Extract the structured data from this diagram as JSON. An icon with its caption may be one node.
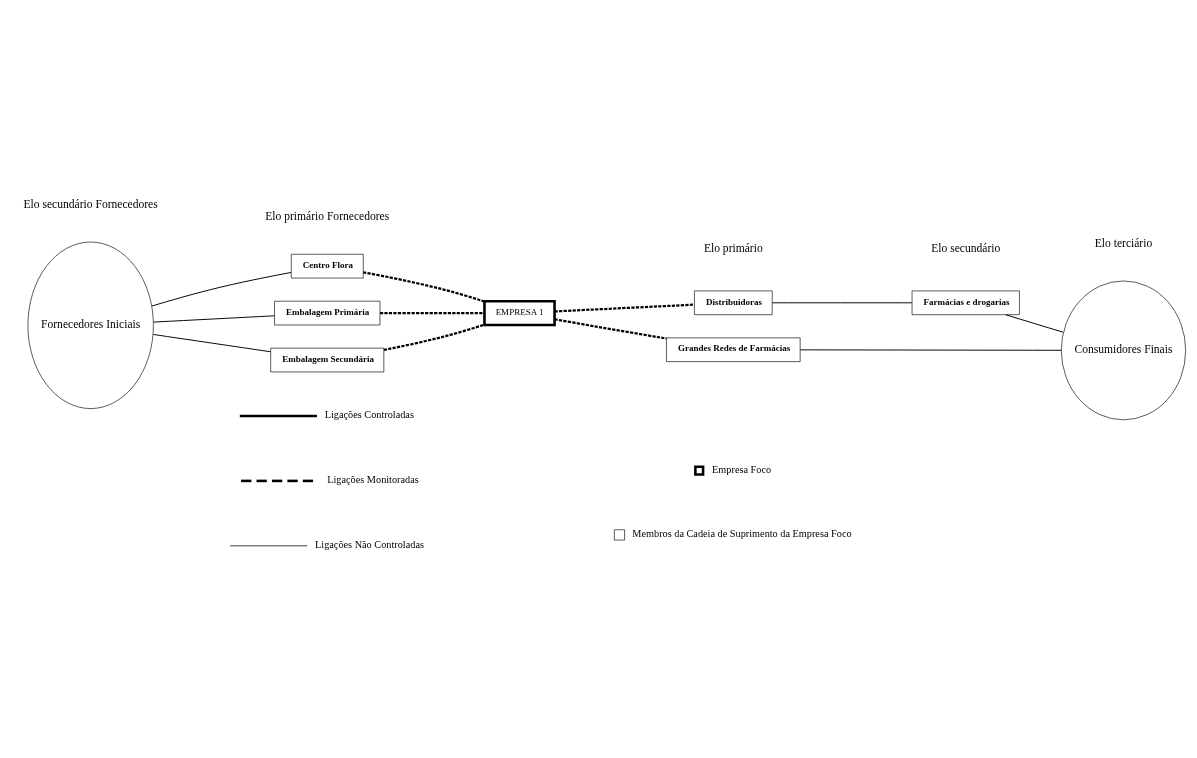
{
  "diagram": {
    "nodes": [
      {
        "text": [
          "Fornecedores Iniciais"
        ]
      },
      {
        "text": [
          "Centro Flora"
        ]
      },
      {
        "text": [
          "Embalagem Primária"
        ]
      },
      {
        "text": [
          "Embalagem Secundária"
        ]
      },
      {
        "text": [
          "EMPRESA 1"
        ]
      },
      {
        "text": [
          "Distribuidoras"
        ]
      },
      {
        "text": [
          "Farmácias e drogarias"
        ]
      },
      {
        "text": [
          "Grandes Redes de Farmácias"
        ]
      },
      {
        "text": [
          "Consumidores Finais"
        ]
      }
    ],
    "edges": [
      {
        "from": 0,
        "to": 1,
        "arrow": "none"
      },
      {
        "from": 0,
        "to": 2,
        "arrow": "none"
      },
      {
        "from": 0,
        "to": 3,
        "arrow": "none"
      },
      {
        "from": 1,
        "to": 4,
        "arrow": "none",
        "style": "dashed"
      },
      {
        "from": 2,
        "to": 4,
        "arrow": "none",
        "style": "dashed"
      },
      {
        "from": 3,
        "to": 4,
        "arrow": "none",
        "style": "dashed"
      },
      {
        "from": 4,
        "to": 5,
        "arrow": "none",
        "style": "dashed"
      },
      {
        "from": 4,
        "to": 7,
        "arrow": "none",
        "style": "dashed"
      },
      {
        "from": 5,
        "to": 6,
        "arrow": "none"
      },
      {
        "from": 6,
        "to": 8,
        "arrow": "none"
      },
      {
        "from": 7,
        "to": 8,
        "arrow": "none"
      }
    ],
    "labels": [
      "Elo secundário Fornecedores",
      "Elo primário Fornecedores",
      "Elo primário",
      "Elo secundário",
      "Elo terciário"
    ],
    "legend": [
      {
        "text": "Ligações Controladas"
      },
      {
        "text": "Ligações Monitoradas"
      },
      {
        "text": "Ligações Não Controladas"
      },
      {
        "text": "Empresa Foco"
      },
      {
        "text": "Membros da Cadeia de Suprimento da Empresa Foco"
      }
    ]
  }
}
